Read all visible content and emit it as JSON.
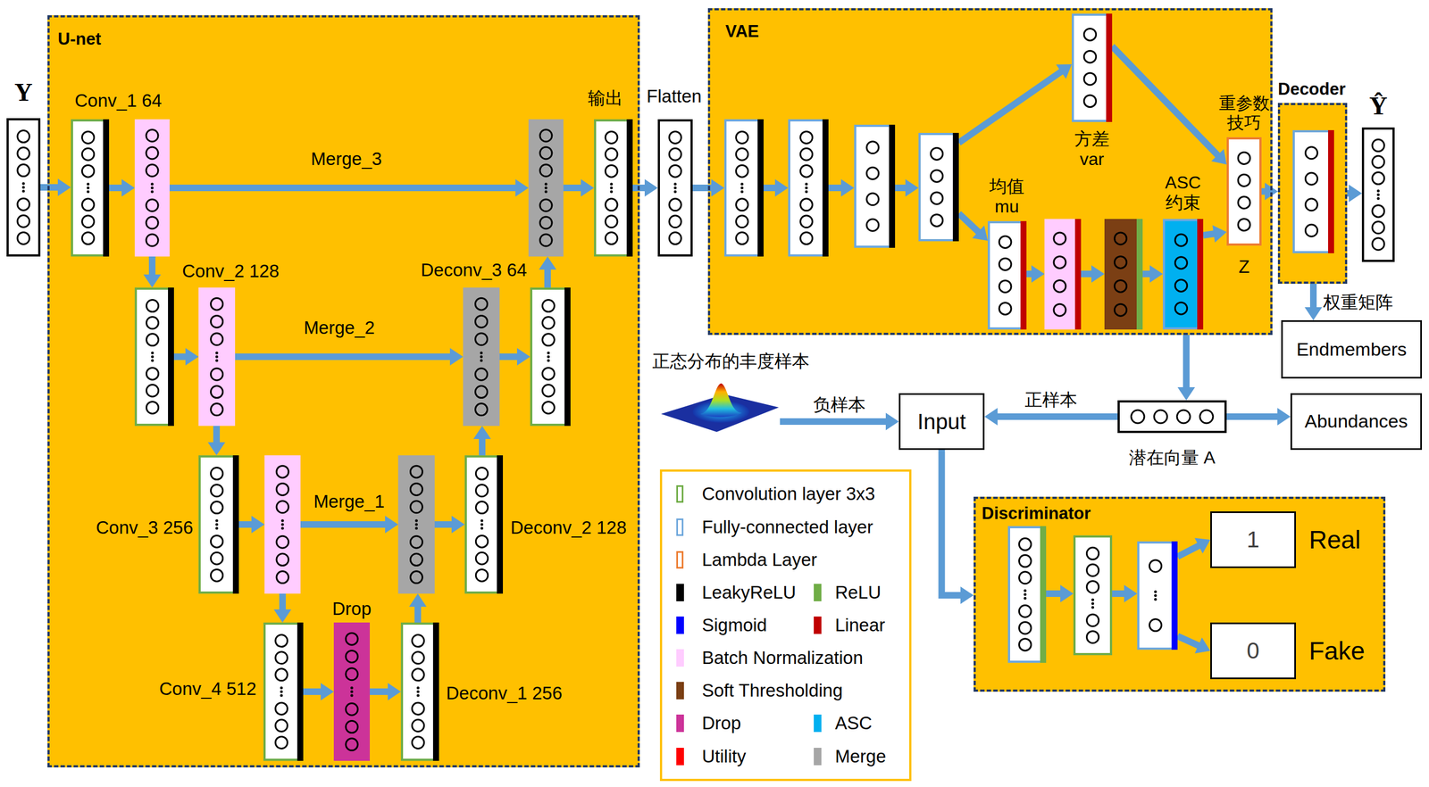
{
  "diagram": {
    "nodes": [
      {
        "text": [
          "Y"
        ]
      },
      {
        "text": [
          "U-net"
        ]
      },
      {
        "text": [
          "Conv_1 64"
        ],
        "in": 1
      },
      {
        "text": [
          "输出"
        ],
        "in": 1
      },
      {
        "text": [
          "Conv_2 128"
        ],
        "in": 1
      },
      {
        "text": [
          "Deconv_3 64"
        ],
        "in": 1
      },
      {
        "text": [
          "Conv_3 256"
        ],
        "in": 1
      },
      {
        "text": [
          "Deconv_2 128"
        ],
        "in": 1
      },
      {
        "text": [
          "Drop"
        ],
        "in": 1
      },
      {
        "text": [
          "Conv_4 512"
        ],
        "in": 1
      },
      {
        "text": [
          "Deconv_1 256"
        ],
        "in": 1
      },
      {
        "text": [
          "Flatten"
        ]
      },
      {
        "text": [
          "VAE"
        ]
      },
      {
        "text": [
          "方差 var"
        ],
        "in": 12
      },
      {
        "text": [
          "重参数 技巧",
          "Z"
        ],
        "in": 12
      },
      {
        "text": [
          "均值 mu"
        ],
        "in": 12
      },
      {
        "text": [
          "ASC 约束"
        ],
        "in": 12
      },
      {
        "text": [
          "Decoder"
        ]
      },
      {
        "text": [
          "Ŷ"
        ]
      },
      {
        "text": [
          "Endmembers"
        ]
      },
      {
        "text": [
          "正态分布的丰度样本"
        ]
      },
      {
        "text": [
          "Input"
        ]
      },
      {
        "text": [
          "潜在向量 A"
        ]
      },
      {
        "text": [
          "Abundances"
        ]
      },
      {
        "text": [
          "Discriminator"
        ]
      },
      {
        "text": [
          "1",
          "Real"
        ],
        "in": 24
      },
      {
        "text": [
          "0",
          "Fake"
        ],
        "in": 24
      }
    ],
    "edges": [
      {
        "from": 0,
        "to": 2,
        "arrow": "to"
      },
      {
        "from": 9,
        "to": 8,
        "arrow": "to"
      },
      {
        "from": 8,
        "to": 10,
        "arrow": "to"
      },
      {
        "from": 3,
        "to": 11,
        "arrow": "to"
      },
      {
        "from": 13,
        "to": 14,
        "arrow": "to"
      },
      {
        "from": 16,
        "to": 14,
        "arrow": "to"
      },
      {
        "from": 14,
        "to": 17,
        "arrow": "to"
      },
      {
        "from": 17,
        "to": 18,
        "arrow": "to"
      },
      {
        "from": 17,
        "to": 19,
        "label": "权重矩阵",
        "arrow": "to"
      },
      {
        "from": 12,
        "to": 22,
        "arrow": "to"
      },
      {
        "from": 22,
        "to": 23,
        "arrow": "to"
      },
      {
        "from": 22,
        "to": 21,
        "label": "正样本",
        "arrow": "to"
      },
      {
        "from": 20,
        "to": 21,
        "label": "负样本",
        "arrow": "to"
      },
      {
        "from": 21,
        "to": 24,
        "arrow": "to"
      }
    ],
    "labels": [
      "Merge_3",
      "Merge_2",
      "Merge_1"
    ],
    "legend": [
      {
        "text": "Convolution layer 3x3",
        "color": "#70ad47"
      },
      {
        "text": "Fully-connected layer",
        "color": "#6fa8dc"
      },
      {
        "text": "Lambda Layer",
        "color": "#ed7d31"
      },
      {
        "text": "LeakyReLU",
        "color": "#000000"
      },
      {
        "text": "ReLU",
        "color": "#70ad47"
      },
      {
        "text": "Sigmoid",
        "color": "#0000ff"
      },
      {
        "text": "Linear",
        "color": "#c00000"
      },
      {
        "text": "Batch Normalization",
        "color": "#ffccff"
      },
      {
        "text": "Soft Thresholding",
        "color": "#7b3f14"
      },
      {
        "text": "Drop",
        "color": "#cc3399"
      },
      {
        "text": "ASC",
        "color": "#00b0f0"
      },
      {
        "text": "Utility",
        "color": "#ff0000"
      },
      {
        "text": "Merge",
        "color": "#a6a6a6"
      }
    ]
  }
}
